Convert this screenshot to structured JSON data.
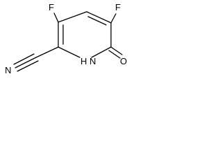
{
  "molecule": {
    "atoms": {
      "fluorine_left": "F",
      "fluorine_right": "F",
      "nitrogen_nitrile": "N",
      "nitrogen_ring_nh": "N",
      "hydrogen_nh": "H",
      "oxygen_carbonyl": "O"
    }
  },
  "colors": {
    "bond": "#000000",
    "label": "#000000",
    "background": "#ffffff"
  }
}
